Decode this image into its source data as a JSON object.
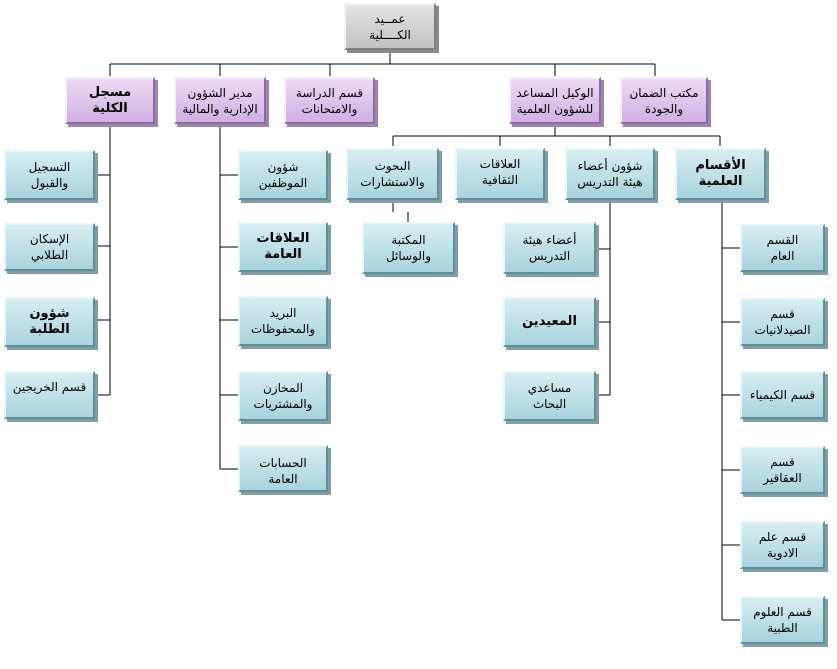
{
  "dean": "عمــيد\nالكــــلية",
  "level1": {
    "quality_office": "مكتب الضمان\nوالجودة",
    "vice_dean_scientific": "الوكيل المساعد\nللشؤون العلمية",
    "studies_exams": "قسم الدراسة\nوالامتحانات",
    "admin_finance_director": "مدير الشؤون\nالإدارية والمالية",
    "registrar": "مسجل الكلية"
  },
  "scientific_affairs": {
    "scientific_departments": "الأقسام\nالعلمية",
    "faculty_affairs": "شؤون أعضاء\nهيئة التدريس",
    "cultural_relations": "العلاقات الثقافية",
    "research_consulting": "البحوث\nوالاستشارات",
    "library_media": "المكتبة\nوالوسائل"
  },
  "faculty_affairs_units": [
    "أعضاء هيئة\nالتدريس",
    "المعيدين",
    "مساعدي\nالبحاث"
  ],
  "departments": [
    "القسم\nالعام",
    "قسم\nالصيدلانيات",
    "قسم      الكيمياء",
    "قسم\nالعقاقير",
    "قسم علم\nالادوية",
    "قسم العلوم\nالطبية"
  ],
  "admin_units": [
    "شؤون\nالموظفين",
    "العلاقات\nالعامة",
    "البريد\nوالمحفوظات",
    "المخازن\nوالمشتريات",
    "الحسابات العامة"
  ],
  "registrar_units": [
    "التسجيل\nوالقبول",
    "الإسكان\nالطلابي",
    "شؤون\nالطلبة",
    "قسم   الخريجين"
  ]
}
